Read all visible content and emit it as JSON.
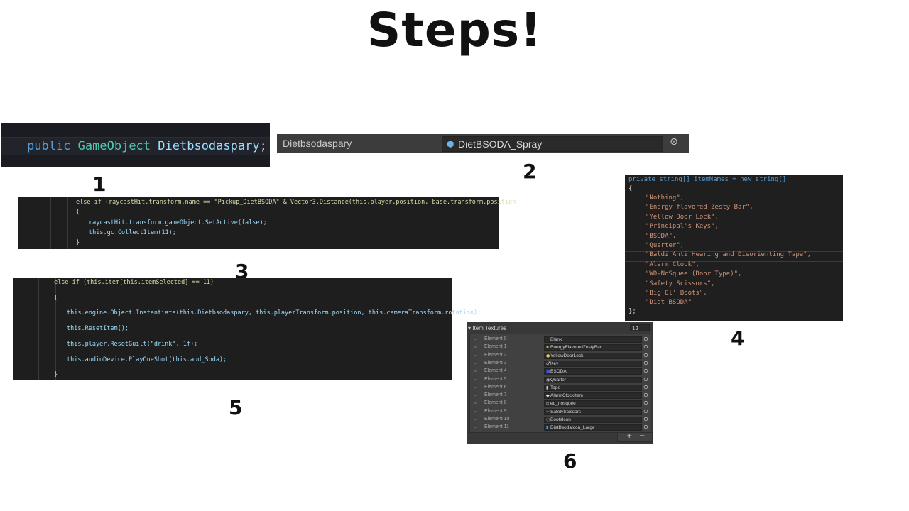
{
  "title": "Steps!",
  "steps": [
    "1",
    "2",
    "3",
    "4",
    "5",
    "6"
  ],
  "panel1": {
    "keyword": "public",
    "type": "GameObject",
    "identifier": "Dietbsodaspary",
    "end": ";"
  },
  "panel2": {
    "field_label": "Dietbsodaspary",
    "field_value": "DietBSODA_Spray",
    "cube_icon": "prefab-cube-icon",
    "picker_icon": "object-picker-icon"
  },
  "panel3": {
    "line1": "else if (raycastHit.transform.name == \"Pickup_DietBSODA\" & Vector3.Distance(this.player.position, base.transform.position",
    "line2": "{",
    "line3": "raycastHit.transform.gameObject.SetActive(false);",
    "line4": "this.gc.CollectItem(11);",
    "line5": "}"
  },
  "panel4": {
    "decl": "private string[] itemNames = new string[]",
    "open": "{",
    "items": [
      "\"Nothing\",",
      "\"Energy flavored Zesty Bar\",",
      "\"Yellow Door Lock\",",
      "\"Principal's Keys\",",
      "\"BSODA\",",
      "\"Quarter\",",
      "\"Baldi Anti Hearing and Disorienting Tape\",",
      "\"Alarm Clock\",",
      "\"WD-NoSquee (Door Type)\",",
      "\"Safety Scissors\",",
      "\"Big Ol' Boots\",",
      "\"Diet BSODA\""
    ],
    "close": "};"
  },
  "panel5": {
    "line1": "else if (this.item[this.itemSelected] == 11)",
    "line2": "{",
    "line3": "this.engine.Object.Instantiate(this.Dietbsodaspary, this.playerTransform.position, this.cameraTransform.rotation);",
    "line4": "this.ResetItem();",
    "line5": "this.player.ResetGuilt(\"drink\", 1f);",
    "line6": "this.audioDevice.PlayOneShot(this.aud_Soda);",
    "line7": "}"
  },
  "panel6": {
    "header": "Item Textures",
    "count": "12",
    "elements": [
      {
        "name": "Element 0",
        "value": "Blank",
        "icon": "",
        "color": "#d0d0d0"
      },
      {
        "name": "Element 1",
        "value": "EnergyFlavoredZestyBar",
        "icon": "▪",
        "color": "#c9a24a"
      },
      {
        "name": "Element 2",
        "value": "YellowDoorLock",
        "icon": "●",
        "color": "#e6d34a"
      },
      {
        "name": "Element 3",
        "value": "Key",
        "icon": "♂",
        "color": "#d0d0d0"
      },
      {
        "name": "Element 4",
        "value": "BSODA",
        "icon": "■",
        "color": "#3a56d8"
      },
      {
        "name": "Element 5",
        "value": "Quarter",
        "icon": "◉",
        "color": "#d0d0d0"
      },
      {
        "name": "Element 6",
        "value": "Tape",
        "icon": "▮",
        "color": "#d0d0d0"
      },
      {
        "name": "Element 7",
        "value": "AlarmClockItem",
        "icon": "◆",
        "color": "#e0e0e0"
      },
      {
        "name": "Element 8",
        "value": "ed_nosquee",
        "icon": "▫",
        "color": "#d0d0d0"
      },
      {
        "name": "Element 9",
        "value": "SafetyScissors",
        "icon": "✂",
        "color": "#d05ad0"
      },
      {
        "name": "Element 10",
        "value": "BootsIcon",
        "icon": "◌",
        "color": "#d0d0d0"
      },
      {
        "name": "Element 11",
        "value": "DietBsodaIcon_Large",
        "icon": "▮",
        "color": "#4aa0e0"
      }
    ],
    "add": "+",
    "remove": "−"
  }
}
